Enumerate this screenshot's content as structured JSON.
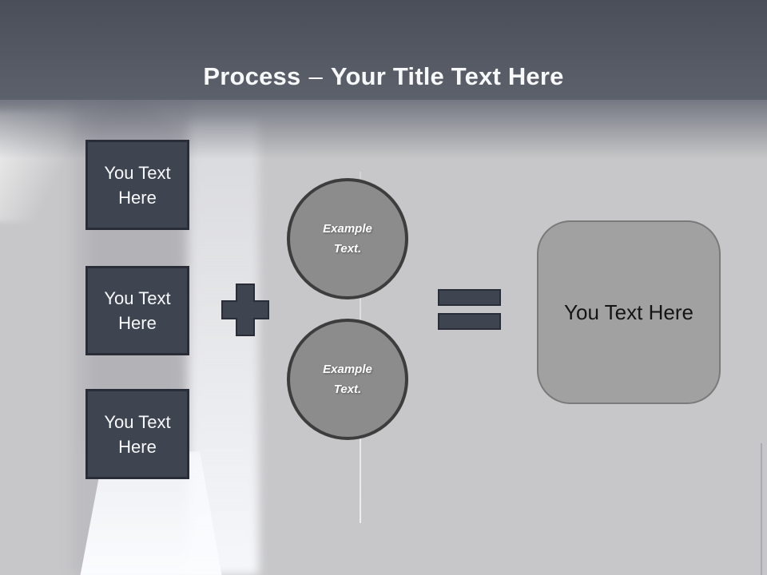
{
  "slide": {
    "title": {
      "keyword": "Process",
      "separator": "–",
      "rest": "Your Title Text Here"
    },
    "left_boxes": [
      {
        "label": "You Text Here"
      },
      {
        "label": "You Text Here"
      },
      {
        "label": "You Text Here"
      }
    ],
    "operators": {
      "plus": "plus",
      "equals": "equals"
    },
    "circles": [
      {
        "label": "Example Text."
      },
      {
        "label": "Example Text."
      }
    ],
    "result_box": {
      "label": "You Text Here"
    },
    "colors": {
      "header_top": "#4a4e58",
      "header_bottom": "#5d616b",
      "body_bg": "#c7c7c9",
      "dark_shape_fill": "#3e4450",
      "dark_shape_border": "#282d37",
      "circle_fill": "#8c8c8c",
      "circle_border": "#3d3d3d",
      "result_fill": "#a1a1a1",
      "result_border": "#7a7a7a",
      "light_text": "#f7f8f9",
      "dark_text": "#141414"
    }
  }
}
